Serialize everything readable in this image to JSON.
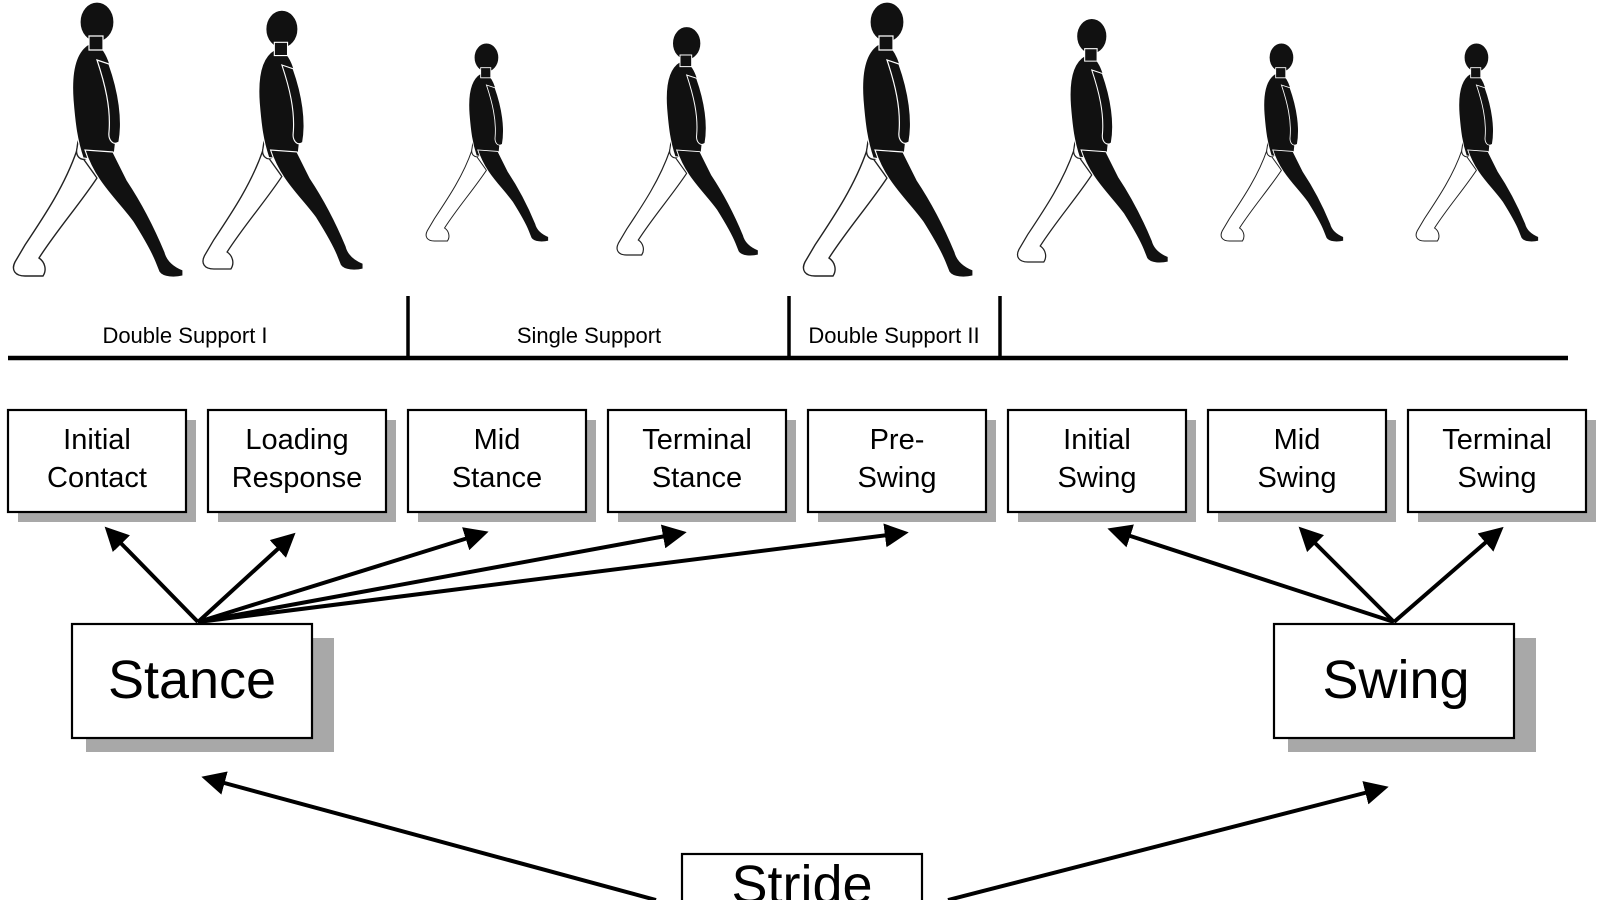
{
  "support_phases": [
    {
      "label": "Double Support I"
    },
    {
      "label": "Single Support"
    },
    {
      "label": "Double Support II"
    }
  ],
  "gait_phases": [
    {
      "line1": "Initial",
      "line2": "Contact"
    },
    {
      "line1": "Loading",
      "line2": "Response"
    },
    {
      "line1": "Mid",
      "line2": "Stance"
    },
    {
      "line1": "Terminal",
      "line2": "Stance"
    },
    {
      "line1": "Pre-",
      "line2": "Swing"
    },
    {
      "line1": "Initial",
      "line2": "Swing"
    },
    {
      "line1": "Mid",
      "line2": "Swing"
    },
    {
      "line1": "Terminal",
      "line2": "Swing"
    }
  ],
  "stance_label": "Stance",
  "swing_label": "Swing",
  "stride_label": "Stride",
  "colors": {
    "ink": "#000000",
    "shadow": "#a8a8a8",
    "background": "#ffffff"
  }
}
